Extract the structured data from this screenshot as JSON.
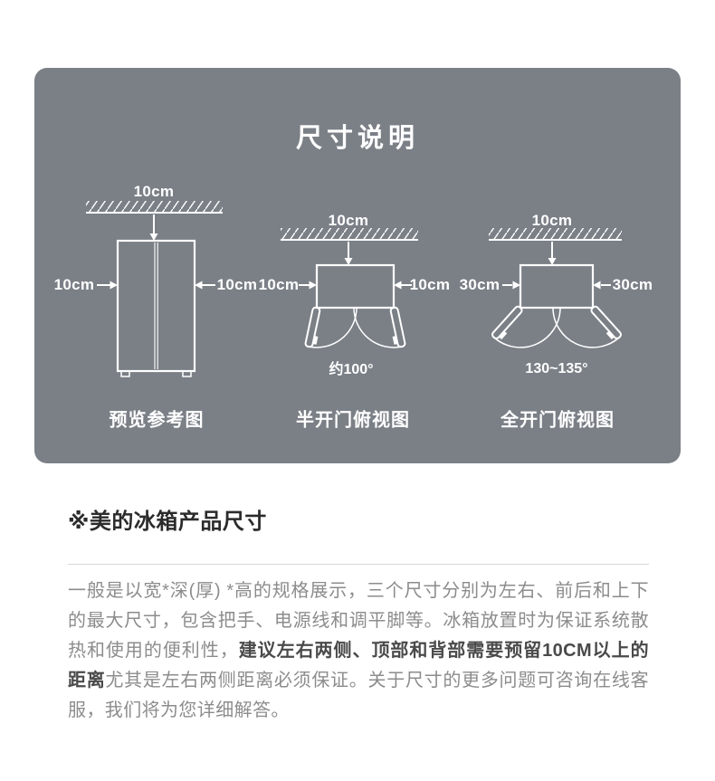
{
  "card": {
    "title": "尺寸说明",
    "background_color": "#7b8087",
    "text_color": "#ffffff",
    "diagrams": [
      {
        "caption": "预览参考图",
        "top": "10cm",
        "left": "10cm",
        "right": "10cm",
        "angle": ""
      },
      {
        "caption": "半开门俯视图",
        "top": "10cm",
        "left": "10cm",
        "right": "10cm",
        "angle": "约100°"
      },
      {
        "caption": "全开门俯视图",
        "top": "10cm",
        "left": "30cm",
        "right": "30cm",
        "angle": "130~135°"
      }
    ]
  },
  "info": {
    "heading": "※美的冰箱产品尺寸",
    "paragraph": {
      "before": "一般是以宽*深(厚) *高的规格展示，三个尺寸分别为左右、前后和上下的最大尺寸，包含把手、电源线和调平脚等。冰箱放置时为保证系统散热和使用的便利性，",
      "bold": "建议左右两侧、顶部和背部需要预留10CM以上的距离",
      "after": "尤其是左右两侧距离必须保证。关于尺寸的更多问题可咨询在线客服，我们将为您详细解答。"
    }
  }
}
